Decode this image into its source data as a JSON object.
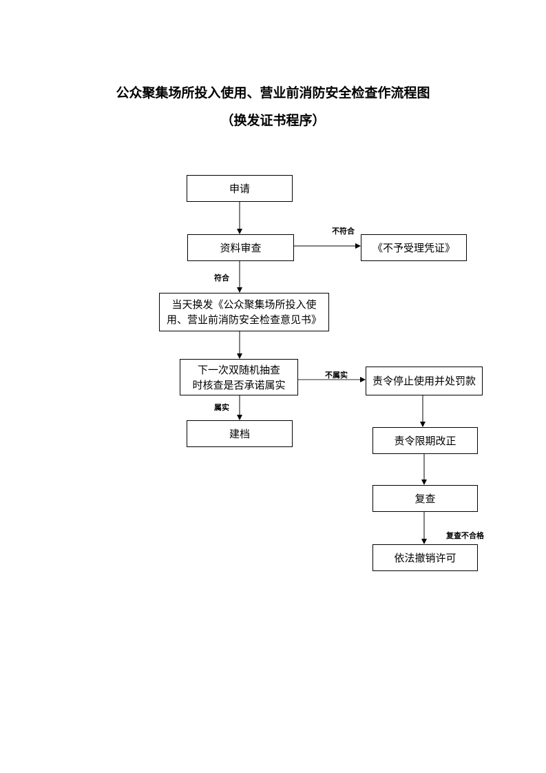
{
  "document": {
    "title": "公众聚集场所投入使用、营业前消防安全检查作流程图",
    "subtitle": "（换发证书程序）"
  },
  "flowchart": {
    "nodes": {
      "apply": "申请",
      "review": "资料审查",
      "reject": "《不予受理凭证》",
      "issue": "当天换发《公众聚集场所投入使\n用、营业前消防安全检查意见书》",
      "spot_check": "下一次双随机抽查\n时核查是否承诺属实",
      "archive": "建档",
      "stop_fine": "责令停止使用并处罚款",
      "rectify": "责令限期改正",
      "recheck": "复查",
      "revoke": "依法撤销许可"
    },
    "edge_labels": {
      "not_compliant": "不符合",
      "compliant": "符合",
      "untrue": "不属实",
      "true": "属实",
      "recheck_failed": "复查不合格"
    }
  }
}
